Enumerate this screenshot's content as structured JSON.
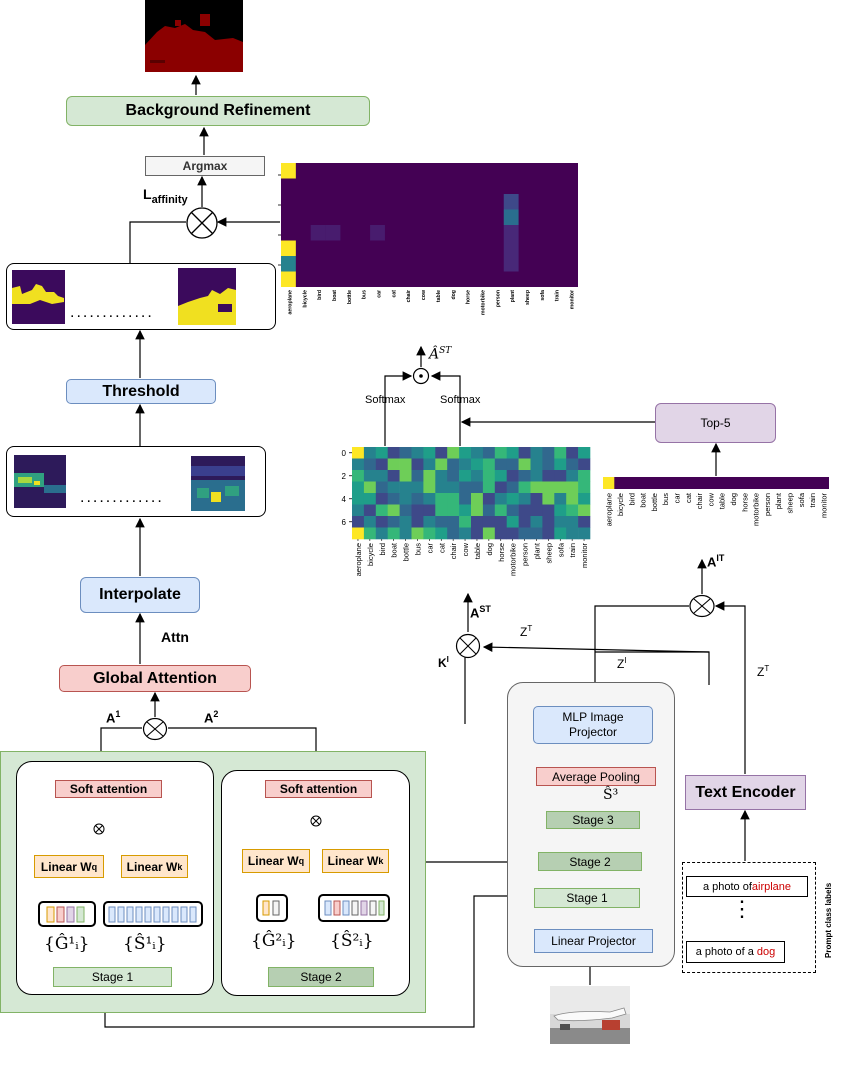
{
  "pipeline": {
    "background_refinement": "Background Refinement",
    "argmax": "Argmax",
    "l_affinity_main": "L",
    "l_affinity_sub": "affinity",
    "threshold": "Threshold",
    "interpolate": "Interpolate",
    "attn": "Attn",
    "global_attention": "Global Attention",
    "a1_main": "A",
    "a1_sup": "1",
    "a2_main": "A",
    "a2_sup": "2",
    "dots": "............."
  },
  "stage_boxes": {
    "left": {
      "soft_attention": "Soft attention",
      "linear_q_main": "Linear  W",
      "linear_q_sub": "q",
      "linear_k_main": "Linear  W",
      "linear_k_sub": "k",
      "g_label": "{Ĝ¹ᵢ}",
      "s_label": "{Ŝ¹ᵢ}",
      "stage": "Stage 1"
    },
    "right": {
      "soft_attention": "Soft attention",
      "linear_q_main": "Linear  W",
      "linear_q_sub": "q",
      "linear_k_main": "Linear  W",
      "linear_k_sub": "k",
      "g_label": "{Ĝ²ᵢ}",
      "s_label": "{Ŝ²ᵢ}",
      "stage": "Stage 2"
    }
  },
  "encoder": {
    "mlp_projector": "MLP Image Projector",
    "average_pooling": "Average Pooling",
    "s3_label": "Ŝ³",
    "stage3": "Stage 3",
    "stage2": "Stage 2",
    "stage1": "Stage 1",
    "linear_projector": "Linear Projector",
    "text_encoder": "Text Encoder",
    "top5": "Top-5",
    "prompt_1_prefix": "a photo of ",
    "prompt_1_class": "airplane",
    "prompt_2_prefix": "a photo of a ",
    "prompt_2_class": "dog",
    "prompt_side_label": "Prompt class labels",
    "vdots": "⋮",
    "softmax_left": "Softmax",
    "softmax_right": "Softmax",
    "ast_hat": "Â",
    "ast_hat_sup": "ST",
    "a_st": "A",
    "a_st_sup": "ST",
    "a_it": "A",
    "a_it_sup": "IT",
    "k_i": "K",
    "k_i_sup": "I",
    "z_t_1": "Z",
    "z_t_1_sup": "T",
    "z_t_2": "Z",
    "z_t_2_sup": "T",
    "z_i": "Z",
    "z_i_sup": "I"
  },
  "classes": [
    "aeroplane",
    "bicycle",
    "bird",
    "boat",
    "bottle",
    "bus",
    "car",
    "cat",
    "chair",
    "cow",
    "table",
    "dog",
    "horse",
    "motorbike",
    "person",
    "plant",
    "sheep",
    "sofa",
    "train",
    "monitor"
  ],
  "heatmap_y_ticks": [
    "0",
    "2",
    "4",
    "6"
  ],
  "colors": {
    "yellow": "#fde725",
    "purple": "#440154",
    "accent_red": "#cc0000"
  }
}
